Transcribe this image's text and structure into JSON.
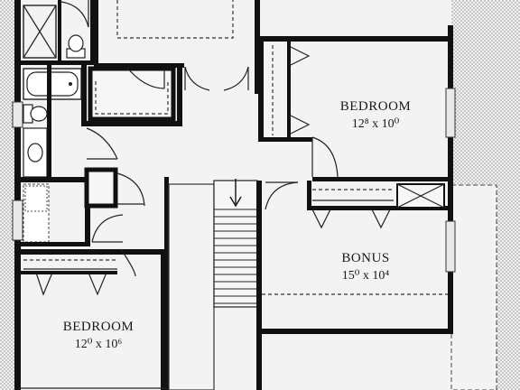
{
  "rooms": {
    "bedroom_right": {
      "name": "BEDROOM",
      "dims": "12⁸ x 10⁰"
    },
    "bonus": {
      "name": "BONUS",
      "dims": "15⁰ x 10⁴"
    },
    "bedroom_left": {
      "name": "BEDROOM",
      "dims": "12⁰ x 10⁶"
    }
  },
  "colors": {
    "wall": "#111111",
    "floor": "#f2f2f2",
    "exterior_pattern": "#9a9a9a"
  }
}
